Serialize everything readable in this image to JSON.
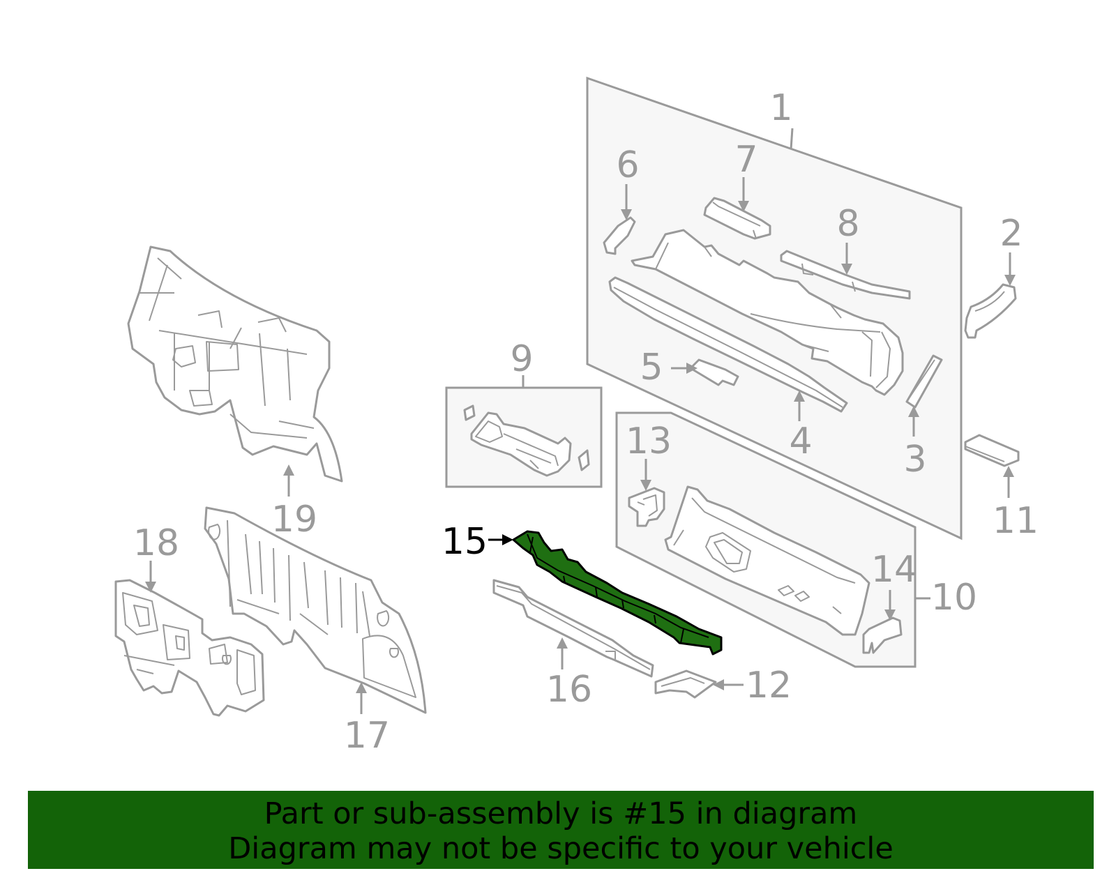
{
  "callouts": {
    "c1": "1",
    "c2": "2",
    "c3": "3",
    "c4": "4",
    "c5": "5",
    "c6": "6",
    "c7": "7",
    "c8": "8",
    "c9": "9",
    "c10": "10",
    "c11": "11",
    "c12": "12",
    "c13": "13",
    "c14": "14",
    "c15": "15",
    "c16": "16",
    "c17": "17",
    "c18": "18",
    "c19": "19"
  },
  "highlight": {
    "part_number": "15",
    "color": "#1f6f12"
  },
  "banner": {
    "line1": "Part or sub-assembly is #15 in diagram",
    "line2": "Diagram may not be specific to your vehicle",
    "color": "#136308"
  }
}
